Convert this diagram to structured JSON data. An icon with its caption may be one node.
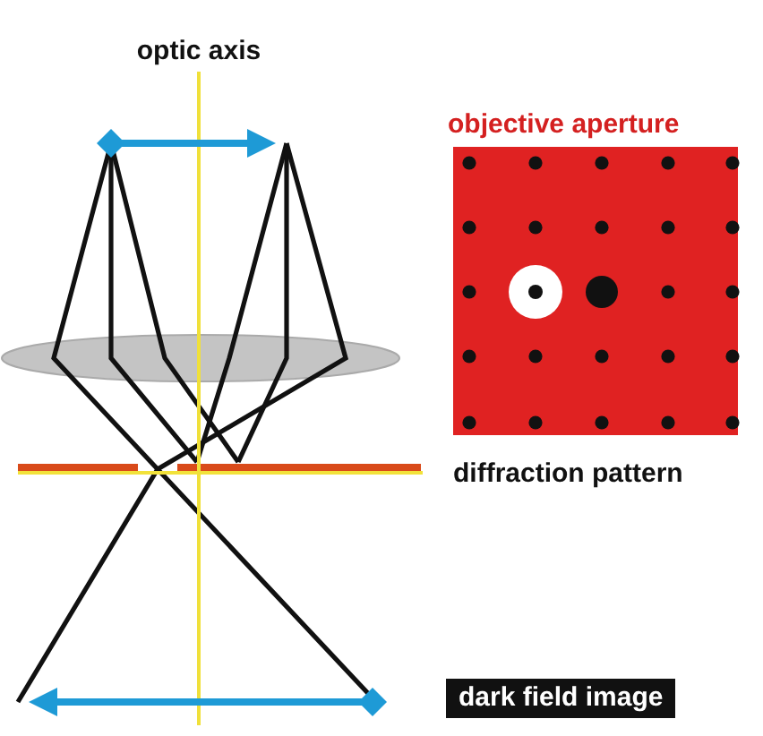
{
  "diagram": {
    "nodes": [
      {
        "text": [
          "dark field image"
        ]
      }
    ],
    "labels": [
      "optic axis",
      "objective aperture",
      "diffraction pattern"
    ]
  }
}
